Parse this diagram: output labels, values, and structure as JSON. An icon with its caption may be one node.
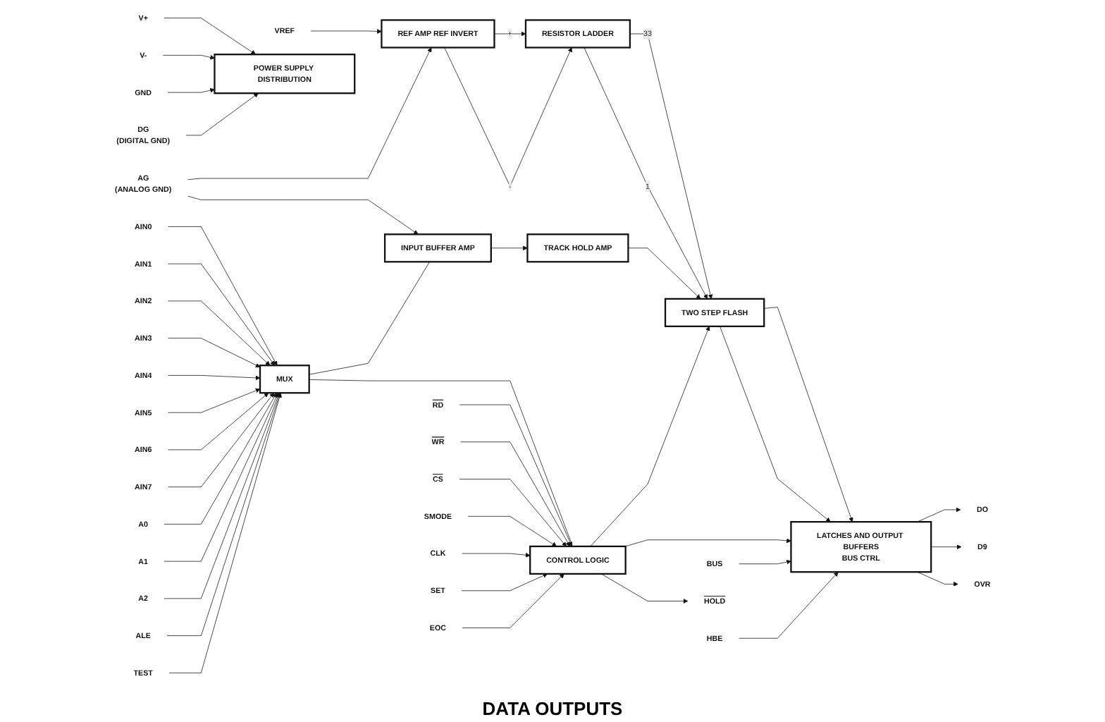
{
  "diagram": {
    "nodes": [
      {
        "text": [
          "REF AMP REF INVERT"
        ]
      },
      {
        "text": [
          "RESISTOR LADDER"
        ]
      },
      {
        "text": [
          "TWO STEP FLASH"
        ]
      },
      {
        "text": [
          "LATCHES AND OUTPUT BUFFERS",
          "BUS CTRL"
        ]
      },
      {
        "text": [
          "INPUT BUFFER AMP"
        ]
      },
      {
        "text": [
          "TRACK HOLD AMP"
        ]
      },
      {
        "text": [
          "MUX"
        ]
      },
      {
        "text": [
          "CONTROL LOGIC"
        ]
      },
      {
        "text": [
          "POWER SUPPLY DISTRIBUTION"
        ]
      },
      {
        "text": [
          "VREF"
        ]
      },
      {
        "text": [
          "AG",
          "(ANALOG GND)"
        ]
      },
      {
        "text": [
          "AIN0"
        ]
      },
      {
        "text": [
          "AIN1"
        ]
      },
      {
        "text": [
          "AIN2"
        ]
      },
      {
        "text": [
          "AIN3"
        ]
      },
      {
        "text": [
          "AIN4"
        ]
      },
      {
        "text": [
          "AIN5"
        ]
      },
      {
        "text": [
          "AIN6"
        ]
      },
      {
        "text": [
          "AIN7"
        ]
      },
      {
        "text": [
          "A0"
        ]
      },
      {
        "text": [
          "A1"
        ]
      },
      {
        "text": [
          "A2"
        ]
      },
      {
        "text": [
          "ALE"
        ]
      },
      {
        "text": [
          "TEST"
        ]
      },
      {
        "text": [
          "V+"
        ]
      },
      {
        "text": [
          "V-"
        ]
      },
      {
        "text": [
          "GND"
        ]
      },
      {
        "text": [
          "DG",
          "(DIGITAL GND)"
        ]
      },
      {
        "text": [
          "DO"
        ]
      },
      {
        "text": [
          "D9"
        ]
      },
      {
        "text": [
          "OVR"
        ]
      },
      {
        "text": [
          "BUS"
        ]
      },
      {
        "text": [
          "HBE"
        ]
      },
      {
        "text": [
          "HOLD"
        ]
      },
      {
        "text": [
          "RD"
        ]
      },
      {
        "text": [
          "WR"
        ]
      },
      {
        "text": [
          "CS"
        ]
      },
      {
        "text": [
          "SMODE"
        ]
      },
      {
        "text": [
          "CLK"
        ]
      },
      {
        "text": [
          "SET"
        ]
      },
      {
        "text": [
          "EOC"
        ]
      }
    ],
    "edges": [
      {
        "from": 9,
        "to": 0,
        "arrow": "to"
      },
      {
        "from": 0,
        "to": 1,
        "label": "+",
        "arrow": "to"
      },
      {
        "from": 0,
        "to": 1,
        "label": "-",
        "arrow": "to"
      },
      {
        "from": 10,
        "to": 0,
        "arrow": "to"
      },
      {
        "from": 10,
        "to": 4,
        "arrow": "to"
      },
      {
        "from": 1,
        "to": 2,
        "label": "33",
        "arrow": "to"
      },
      {
        "from": 1,
        "to": 2,
        "label": "1",
        "arrow": "to"
      },
      {
        "from": 2,
        "to": 3,
        "arrow": "to"
      },
      {
        "from": 2,
        "to": 3,
        "arrow": "to"
      },
      {
        "from": 6,
        "to": 4,
        "arrow": "none"
      },
      {
        "from": 4,
        "to": 5,
        "arrow": "to"
      },
      {
        "from": 5,
        "to": 2,
        "arrow": "to"
      },
      {
        "from": 7,
        "to": 2,
        "arrow": "to"
      },
      {
        "from": 7,
        "to": 3,
        "arrow": "to"
      },
      {
        "from": 6,
        "to": 7,
        "arrow": "none"
      },
      {
        "from": 11,
        "to": 6,
        "arrow": "to"
      },
      {
        "from": 12,
        "to": 6,
        "arrow": "to"
      },
      {
        "from": 13,
        "to": 6,
        "arrow": "to"
      },
      {
        "from": 14,
        "to": 6,
        "arrow": "to"
      },
      {
        "from": 15,
        "to": 6,
        "arrow": "to"
      },
      {
        "from": 16,
        "to": 6,
        "arrow": "to"
      },
      {
        "from": 17,
        "to": 6,
        "arrow": "to"
      },
      {
        "from": 18,
        "to": 6,
        "arrow": "to"
      },
      {
        "from": 19,
        "to": 6,
        "arrow": "to"
      },
      {
        "from": 20,
        "to": 6,
        "arrow": "to"
      },
      {
        "from": 21,
        "to": 6,
        "arrow": "to"
      },
      {
        "from": 22,
        "to": 6,
        "arrow": "to"
      },
      {
        "from": 23,
        "to": 6,
        "arrow": "to"
      },
      {
        "from": 24,
        "to": 8,
        "arrow": "to"
      },
      {
        "from": 25,
        "to": 8,
        "arrow": "to"
      },
      {
        "from": 26,
        "to": 8,
        "arrow": "to"
      },
      {
        "from": 27,
        "to": 8,
        "arrow": "to"
      },
      {
        "from": 3,
        "to": 28,
        "arrow": "to"
      },
      {
        "from": 3,
        "to": 29,
        "arrow": "to"
      },
      {
        "from": 3,
        "to": 30,
        "arrow": "to"
      },
      {
        "from": 31,
        "to": 3,
        "arrow": "to"
      },
      {
        "from": 32,
        "to": 3,
        "arrow": "to"
      },
      {
        "from": 7,
        "to": 33,
        "arrow": "to"
      },
      {
        "from": 34,
        "to": 7,
        "arrow": "to"
      },
      {
        "from": 35,
        "to": 7,
        "arrow": "to"
      },
      {
        "from": 36,
        "to": 7,
        "arrow": "to"
      },
      {
        "from": 37,
        "to": 7,
        "arrow": "to"
      },
      {
        "from": 38,
        "to": 7,
        "arrow": "to"
      },
      {
        "from": 39,
        "to": 7,
        "arrow": "to"
      },
      {
        "from": 40,
        "to": 7,
        "arrow": "to"
      }
    ],
    "labels": [
      "DATA OUTPUTS"
    ]
  }
}
